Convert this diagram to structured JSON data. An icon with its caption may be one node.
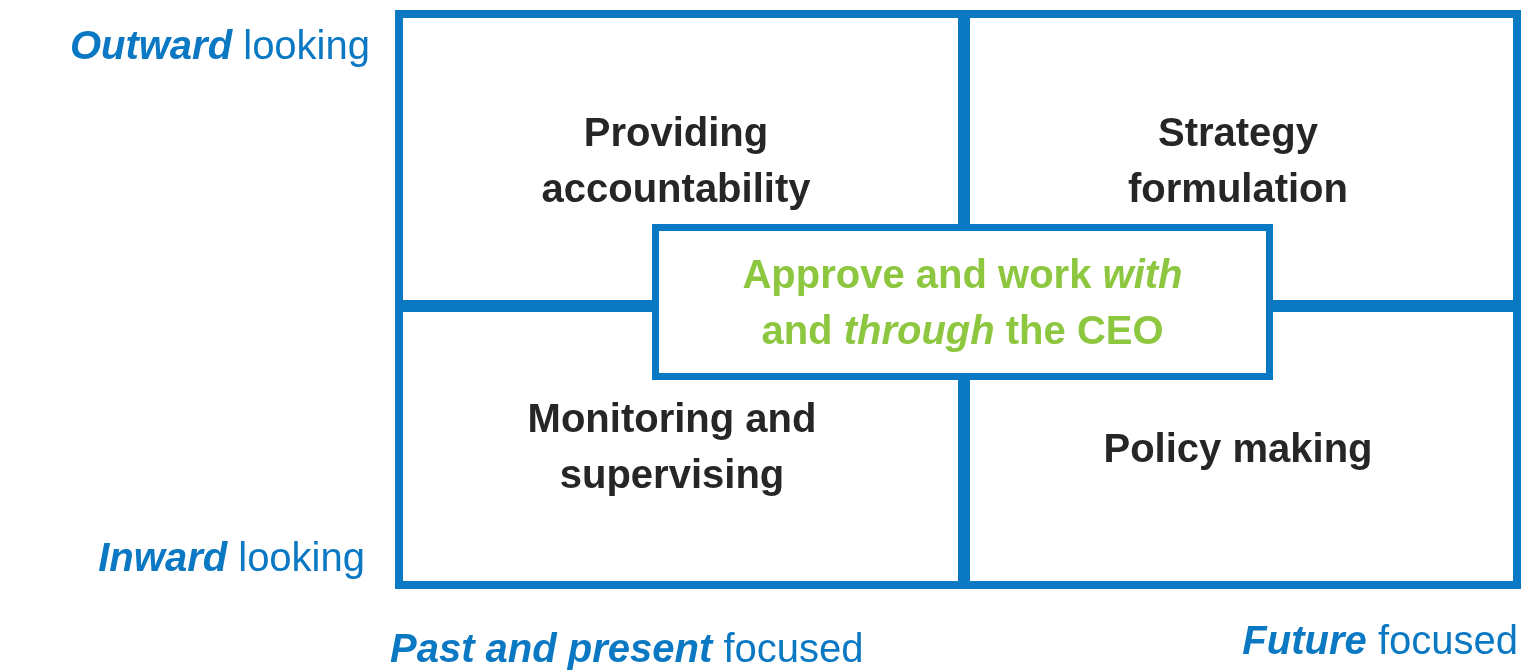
{
  "diagram": {
    "nodes": [
      {
        "text": [
          "Providing accountability"
        ]
      },
      {
        "text": [
          "Strategy formulation"
        ]
      },
      {
        "text": [
          "Monitoring and supervising"
        ]
      },
      {
        "text": [
          "Policy making"
        ]
      },
      {
        "text": [
          "Approve and work *with* and *through* the CEO"
        ]
      }
    ],
    "labels": [
      "**Outward** looking",
      "**Inward** looking",
      "**Past and present** focused",
      "**Future** focused"
    ]
  }
}
